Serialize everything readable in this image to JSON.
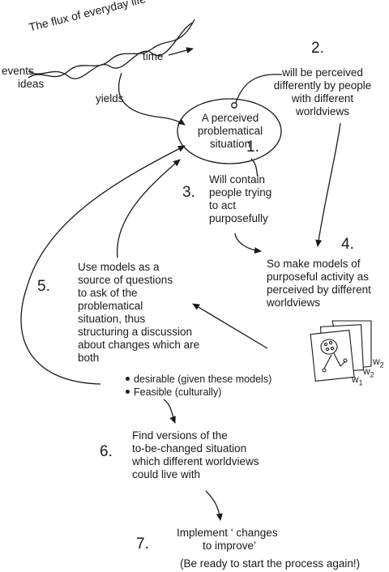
{
  "flux": {
    "title": "The flux of everyday life",
    "events": "events",
    "ideas": "ideas",
    "time": "time",
    "yields": "yields"
  },
  "step1": {
    "number": "1.",
    "lines": [
      "A perceived",
      "problematical",
      "situation"
    ]
  },
  "step2": {
    "number": "2.",
    "lines": [
      "will be perceived",
      "differently by people",
      "with different",
      "worldviews"
    ]
  },
  "step3": {
    "number": "3.",
    "lines": [
      "Will contain",
      "people trying",
      "to act",
      "purposefully"
    ]
  },
  "step4": {
    "number": "4.",
    "lines": [
      "So make models of",
      "purposeful activity as",
      "perceived by different",
      "worldviews"
    ],
    "w_labels": [
      "w",
      "w",
      "w"
    ],
    "w_subscripts": [
      "1",
      "2",
      "2"
    ]
  },
  "step5": {
    "number": "5.",
    "lines": [
      "Use models as a",
      "source of questions",
      "to ask of the",
      "problematical",
      "situation, thus",
      "structuring a discussion",
      "about changes which are",
      "both"
    ],
    "bullets": [
      "desirable (given these models)",
      "Feasible (culturally)"
    ]
  },
  "step6": {
    "number": "6.",
    "lines": [
      "Find versions of the",
      "to-be-changed situation",
      "which different worldviews",
      "could live with"
    ]
  },
  "step7": {
    "number": "7.",
    "lines": [
      "Implement ‘ changes",
      "to improve’"
    ],
    "note": "(Be ready to start the process again!)"
  }
}
